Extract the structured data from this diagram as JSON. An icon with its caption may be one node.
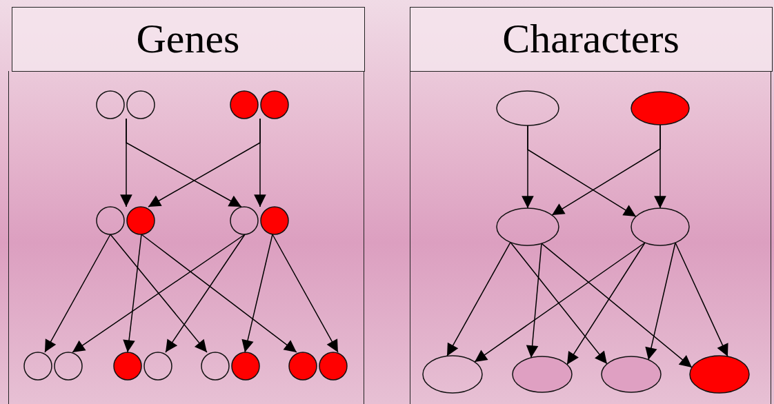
{
  "diagram": {
    "nodes": [
      {
        "text": [
          "Genes"
        ]
      },
      {
        "text": [],
        "shape": "circle",
        "in": 0
      },
      {
        "text": [],
        "shape": "circle",
        "in": 0
      },
      {
        "text": [],
        "shape": "circle",
        "in": 0
      },
      {
        "text": [],
        "shape": "circle",
        "in": 0
      },
      {
        "text": [],
        "shape": "circle",
        "in": 0
      },
      {
        "text": [],
        "shape": "circle",
        "in": 0
      },
      {
        "text": [],
        "shape": "circle",
        "in": 0
      },
      {
        "text": [],
        "shape": "circle",
        "in": 0
      },
      {
        "text": [
          "Characters"
        ]
      },
      {
        "text": [],
        "shape": "ellipse",
        "in": 9
      },
      {
        "text": [],
        "shape": "ellipse",
        "in": 9
      },
      {
        "text": [],
        "shape": "ellipse",
        "in": 9
      },
      {
        "text": [],
        "shape": "ellipse",
        "in": 9
      },
      {
        "text": [],
        "shape": "ellipse",
        "in": 9
      },
      {
        "text": [],
        "shape": "ellipse",
        "in": 9
      },
      {
        "text": [],
        "shape": "ellipse",
        "in": 9
      },
      {
        "text": [],
        "shape": "ellipse",
        "in": 9
      }
    ],
    "edges": [
      {
        "from": 1,
        "to": 3,
        "arrow": "to"
      },
      {
        "from": 1,
        "to": 4,
        "arrow": "to"
      },
      {
        "from": 2,
        "to": 3,
        "arrow": "to"
      },
      {
        "from": 2,
        "to": 4,
        "arrow": "to"
      },
      {
        "from": 3,
        "to": 5,
        "arrow": "to"
      },
      {
        "from": 3,
        "to": 6,
        "arrow": "to"
      },
      {
        "from": 3,
        "to": 7,
        "arrow": "to"
      },
      {
        "from": 3,
        "to": 8,
        "arrow": "to"
      },
      {
        "from": 4,
        "to": 5,
        "arrow": "to"
      },
      {
        "from": 4,
        "to": 6,
        "arrow": "to"
      },
      {
        "from": 4,
        "to": 7,
        "arrow": "to"
      },
      {
        "from": 4,
        "to": 8,
        "arrow": "to"
      },
      {
        "from": 10,
        "to": 12,
        "arrow": "to"
      },
      {
        "from": 10,
        "to": 13,
        "arrow": "to"
      },
      {
        "from": 11,
        "to": 12,
        "arrow": "to"
      },
      {
        "from": 11,
        "to": 13,
        "arrow": "to"
      },
      {
        "from": 12,
        "to": 14,
        "arrow": "to"
      },
      {
        "from": 12,
        "to": 15,
        "arrow": "to"
      },
      {
        "from": 12,
        "to": 16,
        "arrow": "to"
      },
      {
        "from": 12,
        "to": 17,
        "arrow": "to"
      },
      {
        "from": 13,
        "to": 14,
        "arrow": "to"
      },
      {
        "from": 13,
        "to": 15,
        "arrow": "to"
      },
      {
        "from": 13,
        "to": 16,
        "arrow": "to"
      },
      {
        "from": 13,
        "to": 17,
        "arrow": "to"
      }
    ]
  }
}
